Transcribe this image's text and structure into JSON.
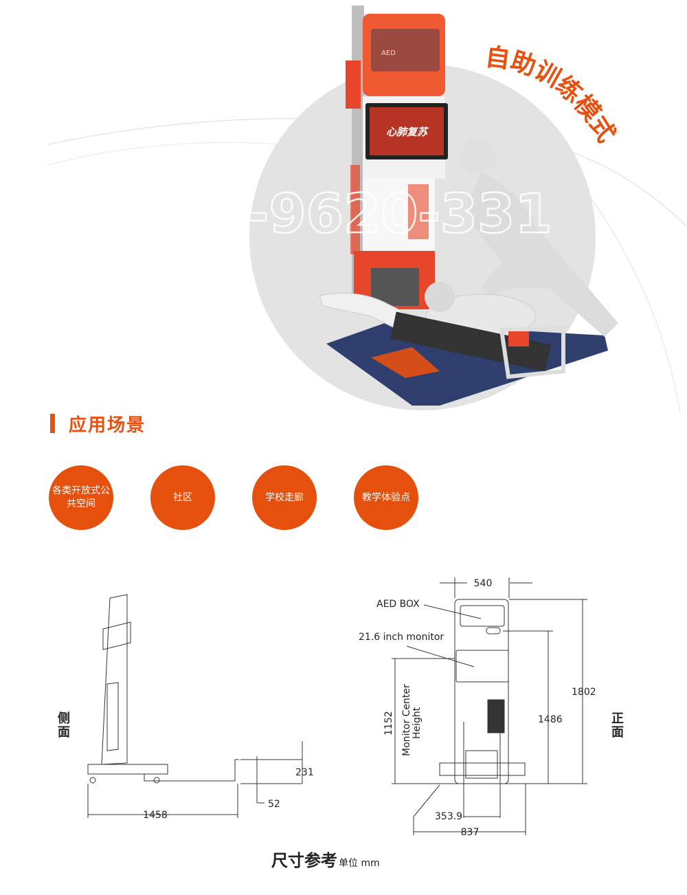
{
  "hero": {
    "mode_title": "自助训练模式",
    "watermark_phone": "400-9620-331",
    "aed_panel_label": "AED",
    "screen_title": "心肺复苏"
  },
  "section": {
    "title": "应用场景"
  },
  "scenes": [
    {
      "label": "各类开放式公共空间"
    },
    {
      "label": "社区"
    },
    {
      "label": "学校走廊"
    },
    {
      "label": "教学体验点"
    }
  ],
  "side_view": {
    "label": "侧面",
    "dims": {
      "length": "1458",
      "height": "231",
      "thickness": "52"
    }
  },
  "front_view": {
    "label": "正面",
    "aed_box": "AED BOX",
    "monitor": "21.6 inch monitor",
    "monitor_center_height_label_1": "Monitor Center",
    "monitor_center_height_label_2": "Height",
    "dims": {
      "width_top": "540",
      "total_height": "1802",
      "button_height": "1486",
      "monitor_center": "1152",
      "inner_width": "353.9",
      "base_width": "837"
    }
  },
  "footer": {
    "title": "尺寸参考",
    "unit": "单位 mm"
  },
  "colors": {
    "accent": "#e8500f",
    "mat": "#2e3f6e"
  }
}
